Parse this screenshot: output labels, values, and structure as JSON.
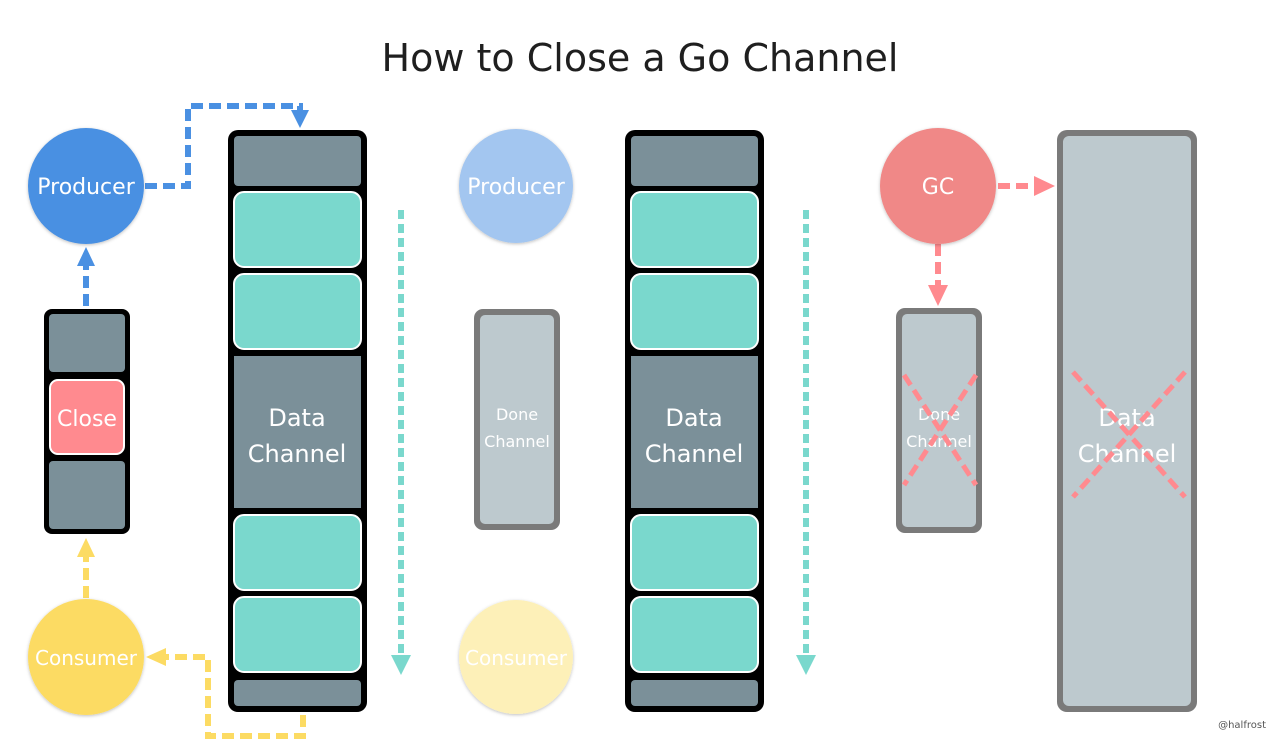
{
  "title": "How to Close a Go Channel",
  "credit": "@halfrost",
  "colors": {
    "producer": "#4a90e2",
    "producer_faded": "#a3c6f0",
    "consumer": "#fcdb63",
    "consumer_faded": "#fdf0b8",
    "gc": "#f08887",
    "close": "#ff8a8f",
    "slot": "#7ad8cd",
    "channel_dark": "#7b9099",
    "channel_light": "#bdc9ce",
    "border_dark": "#000000",
    "border_gray": "#7a7a7a",
    "cross": "#ff8a8f",
    "flow_arrow": "#7ad8cd"
  },
  "panels": [
    {
      "name": "stage-1",
      "producer": "Producer",
      "consumer": "Consumer",
      "done_channel": {
        "slot": "Close"
      },
      "data_channel": {
        "line1": "Data",
        "line2": "Channel"
      }
    },
    {
      "name": "stage-2",
      "producer": "Producer",
      "consumer": "Consumer",
      "done_channel": {
        "line1": "Done",
        "line2": "Channel"
      },
      "data_channel": {
        "line1": "Data",
        "line2": "Channel"
      }
    },
    {
      "name": "stage-3",
      "gc": "GC",
      "done_channel": {
        "line1": "Done",
        "line2": "Channel"
      },
      "data_channel": {
        "line1": "Data",
        "line2": "Channel"
      }
    }
  ]
}
